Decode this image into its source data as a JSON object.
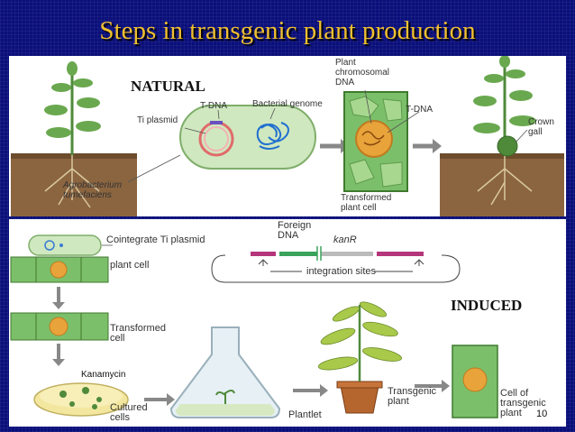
{
  "slide": {
    "title": "Steps in transgenic plant production",
    "page_number": "10"
  },
  "natural": {
    "heading": "NATURAL",
    "labels": {
      "ti_plasmid": "Ti plasmid",
      "t_dna": "T-DNA",
      "bacterial_genome": "Bacterial genome",
      "agrobacterium": "Agrobacterium\ntumefaciens",
      "plant_chromosomal_dna": "Plant\nchromosomal\nDNA",
      "t_dna_2": "T-DNA",
      "transformed_plant_cell": "Transformed\nplant cell",
      "crown_gall": "Crown\ngall"
    }
  },
  "induced": {
    "heading": "INDUCED",
    "labels": {
      "cointegrate": "Cointegrate Ti plasmid",
      "plant_cell": "plant cell",
      "foreign_dna": "Foreign\nDNA",
      "kan_r": "kanR",
      "integration_sites": "integration sites",
      "transformed_cell": "Transformed\ncell",
      "kanamycin": "Kanamycin",
      "cultured_cells": "Cultured\ncells",
      "plantlet": "Plantlet",
      "transgenic_plant": "Transgenic\nplant",
      "cell_of_transgenic_plant": "Cell of\ntransgenic\nplant"
    }
  },
  "colors": {
    "background": "#0a0f7a",
    "title": "#f0c030",
    "soil": "#8b6540",
    "cell_green": "#7cbf6a",
    "nucleus": "#e8a33a",
    "arrow": "#888888"
  }
}
